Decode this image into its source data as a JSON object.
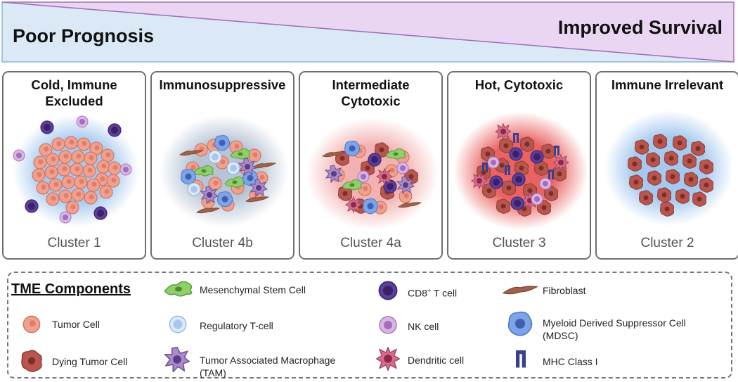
{
  "banner": {
    "left_label": "Poor Prognosis",
    "right_label": "Improved Survival",
    "left_color": "#dbe9f7",
    "right_color": "#ead5f2"
  },
  "panels": [
    {
      "title_line1": "Cold, Immune",
      "title_line2": "Excluded",
      "cluster": "Cluster 1",
      "glow": "#9cc3ee"
    },
    {
      "title_line1": "Immunosuppressive",
      "title_line2": "",
      "cluster": "Cluster 4b",
      "glow": "#b7c6d8"
    },
    {
      "title_line1": "Intermediate",
      "title_line2": "Cytotoxic",
      "cluster": "Cluster 4a",
      "glow": "#f1b4b4"
    },
    {
      "title_line1": "Hot, Cytotoxic",
      "title_line2": "",
      "cluster": "Cluster 3",
      "glow": "#ee7474"
    },
    {
      "title_line1": "Immune Irrelevant",
      "title_line2": "",
      "cluster": "Cluster 2",
      "glow": "#9cc3ee"
    }
  ],
  "legend": {
    "title": "TME Components",
    "items": {
      "tumor_cell": "Tumor Cell",
      "dying_tumor_cell": "Dying Tumor Cell",
      "msc": "Mesenchymal Stem Cell",
      "treg": "Regulatory T-cell",
      "tam_line1": "Tumor Associated Macrophage",
      "tam_line2": "(TAM)",
      "cd8": "CD8",
      "cd8_sup": "+",
      "cd8_rest": " T cell",
      "nk": "NK cell",
      "dc": "Dendritic cell",
      "fibroblast": "Fibroblast",
      "mdsc_line1": "Myeloid Derived Suppressor Cell",
      "mdsc_line2": "(MDSC)",
      "mhc": "MHC Class I"
    }
  }
}
